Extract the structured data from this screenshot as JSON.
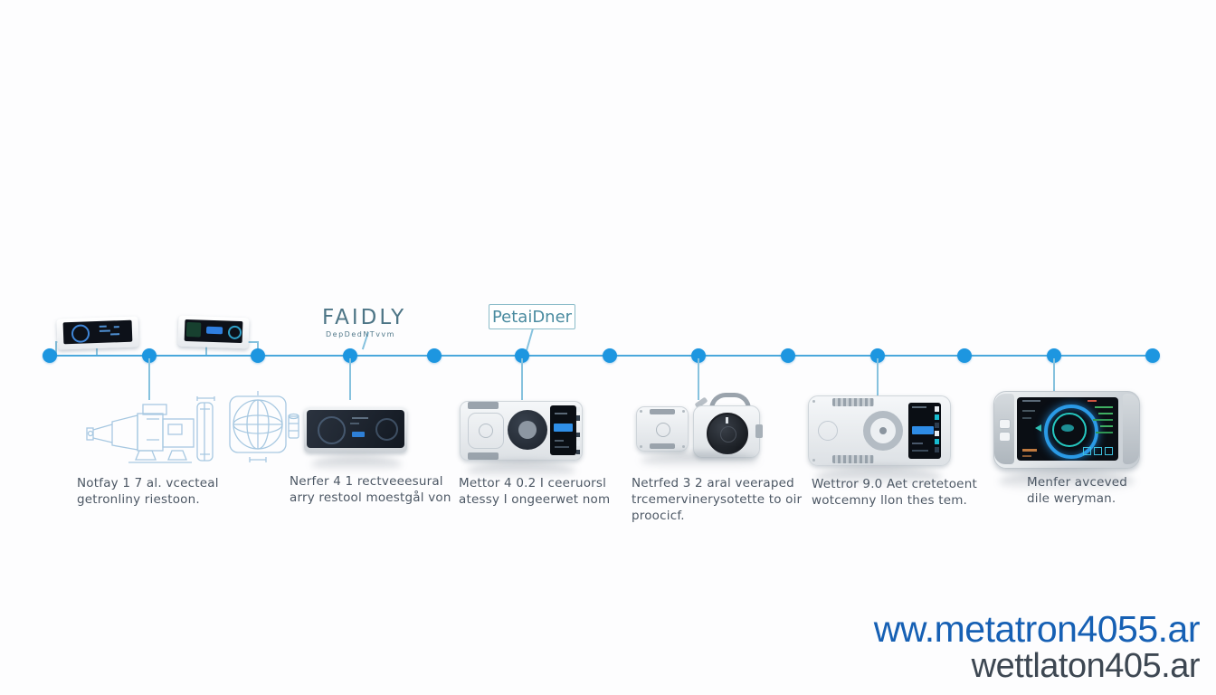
{
  "annotations": {
    "faidly_title": "FAIDLY",
    "faidly_sub": "DepDedNTvvm",
    "petaidner_label": "PetaiDner"
  },
  "timeline": {
    "node_count": 13,
    "line_color": "#4aa8dc",
    "node_color": "#1d96e0"
  },
  "labels": [
    "Notfay 1 7 al. vcecteal\ngetronliny riestoon.",
    "Nerfer 4 1 rectveeesural\narry restool moestgål von",
    "Mettor 4 0.2 I ceeruorsl\natessy I ongeerwet nom",
    "Netrfed 3 2 aral veeraped\ntrcemervinerysotette to oir\nproocicf.",
    "Wettror 9.0 Aet cretetoent\nwotcemny llon thes tem.",
    "Menfer avceved\ndile weryman."
  ],
  "watermark": {
    "line1": "ww.metatron4055.ar",
    "line2": "wettlaton405.ar",
    "line1_color": "#1660b4",
    "line2_color": "#3d4752"
  }
}
